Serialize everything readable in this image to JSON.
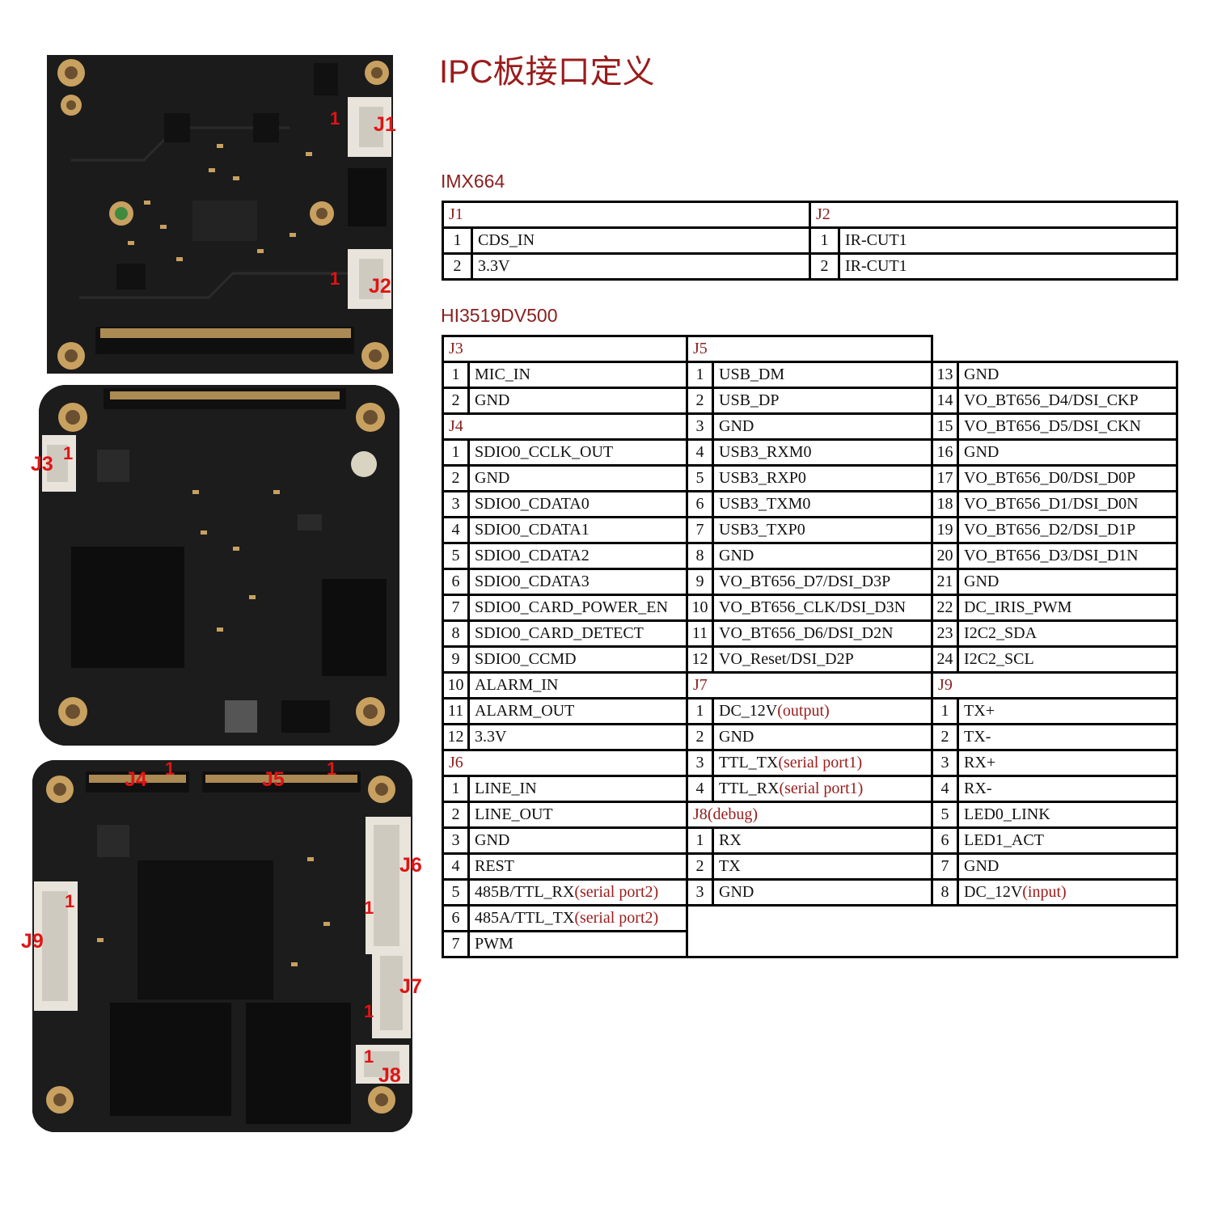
{
  "page_title": "IPC板接口定义",
  "colors": {
    "title": "#9a1c1c",
    "section": "#8a1f1f",
    "marker": "#e01414",
    "pcb": "#1c1c1c",
    "gold_pad": "#c8a060",
    "connector": "#e8e4dc"
  },
  "boards": {
    "top": {
      "markers": [
        "J1",
        "J2",
        "1",
        "1"
      ]
    },
    "middle": {
      "markers": [
        "J3",
        "1"
      ]
    },
    "bottom": {
      "markers": [
        "J4",
        "J5",
        "J6",
        "J7",
        "J8",
        "J9",
        "1",
        "1",
        "1",
        "1",
        "1",
        "1"
      ]
    }
  },
  "imx664": {
    "title": "IMX664",
    "j1": {
      "label": "J1",
      "pins": [
        {
          "n": "1",
          "name": "CDS_IN"
        },
        {
          "n": "2",
          "name": "3.3V"
        }
      ]
    },
    "j2": {
      "label": "J2",
      "pins": [
        {
          "n": "1",
          "name": "IR-CUT1"
        },
        {
          "n": "2",
          "name": "IR-CUT1"
        }
      ]
    }
  },
  "hi3519": {
    "title": "HI3519DV500",
    "j3": {
      "label": "J3",
      "pins": [
        {
          "n": "1",
          "name": "MIC_IN"
        },
        {
          "n": "2",
          "name": "GND"
        }
      ]
    },
    "j4": {
      "label": "J4",
      "pins": [
        {
          "n": "1",
          "name": "SDIO0_CCLK_OUT"
        },
        {
          "n": "2",
          "name": "GND"
        },
        {
          "n": "3",
          "name": "SDIO0_CDATA0"
        },
        {
          "n": "4",
          "name": "SDIO0_CDATA1"
        },
        {
          "n": "5",
          "name": "SDIO0_CDATA2"
        },
        {
          "n": "6",
          "name": "SDIO0_CDATA3"
        },
        {
          "n": "7",
          "name": "SDIO0_CARD_POWER_EN"
        },
        {
          "n": "8",
          "name": "SDIO0_CARD_DETECT"
        },
        {
          "n": "9",
          "name": "SDIO0_CCMD"
        },
        {
          "n": "10",
          "name": "ALARM_IN"
        },
        {
          "n": "11",
          "name": "ALARM_OUT"
        },
        {
          "n": "12",
          "name": "3.3V"
        }
      ]
    },
    "j6": {
      "label": "J6",
      "pins": [
        {
          "n": "1",
          "name": "LINE_IN"
        },
        {
          "n": "2",
          "name": "LINE_OUT"
        },
        {
          "n": "3",
          "name": "GND"
        },
        {
          "n": "4",
          "name": "REST"
        },
        {
          "n": "5",
          "name": "485B/TTL_RX",
          "note": "(serial port2)"
        },
        {
          "n": "6",
          "name": "485A/TTL_TX",
          "note": "(serial port2)"
        },
        {
          "n": "7",
          "name": "PWM"
        }
      ]
    },
    "j5": {
      "label": "J5",
      "pins": [
        {
          "n": "1",
          "name": "USB_DM"
        },
        {
          "n": "2",
          "name": "USB_DP"
        },
        {
          "n": "3",
          "name": "GND"
        },
        {
          "n": "4",
          "name": "USB3_RXM0"
        },
        {
          "n": "5",
          "name": "USB3_RXP0"
        },
        {
          "n": "6",
          "name": "USB3_TXM0"
        },
        {
          "n": "7",
          "name": "USB3_TXP0"
        },
        {
          "n": "8",
          "name": "GND"
        },
        {
          "n": "9",
          "name": "VO_BT656_D7/DSI_D3P"
        },
        {
          "n": "10",
          "name": "VO_BT656_CLK/DSI_D3N"
        },
        {
          "n": "11",
          "name": "VO_BT656_D6/DSI_D2N"
        },
        {
          "n": "12",
          "name": "VO_Reset/DSI_D2P"
        },
        {
          "n": "13",
          "name": "GND"
        },
        {
          "n": "14",
          "name": "VO_BT656_D4/DSI_CKP"
        },
        {
          "n": "15",
          "name": "VO_BT656_D5/DSI_CKN"
        },
        {
          "n": "16",
          "name": "GND"
        },
        {
          "n": "17",
          "name": "VO_BT656_D0/DSI_D0P"
        },
        {
          "n": "18",
          "name": "VO_BT656_D1/DSI_D0N"
        },
        {
          "n": "19",
          "name": "VO_BT656_D2/DSI_D1P"
        },
        {
          "n": "20",
          "name": "VO_BT656_D3/DSI_D1N"
        },
        {
          "n": "21",
          "name": "GND"
        },
        {
          "n": "22",
          "name": "DC_IRIS_PWM"
        },
        {
          "n": "23",
          "name": "I2C2_SDA"
        },
        {
          "n": "24",
          "name": "I2C2_SCL"
        }
      ]
    },
    "j7": {
      "label": "J7",
      "pins": [
        {
          "n": "1",
          "name": "DC_12V",
          "note": "(output)"
        },
        {
          "n": "2",
          "name": "GND"
        },
        {
          "n": "3",
          "name": "TTL_TX",
          "note": "(serial port1)"
        },
        {
          "n": "4",
          "name": "TTL_RX",
          "note": "(serial port1)"
        }
      ]
    },
    "j8": {
      "label": "J8",
      "label_note": "(debug)",
      "pins": [
        {
          "n": "1",
          "name": "RX"
        },
        {
          "n": "2",
          "name": "TX"
        },
        {
          "n": "3",
          "name": "GND"
        }
      ]
    },
    "j9": {
      "label": "J9",
      "pins": [
        {
          "n": "1",
          "name": "TX+"
        },
        {
          "n": "2",
          "name": "TX-"
        },
        {
          "n": "3",
          "name": "RX+"
        },
        {
          "n": "4",
          "name": "RX-"
        },
        {
          "n": "5",
          "name": "LED0_LINK"
        },
        {
          "n": "6",
          "name": "LED1_ACT"
        },
        {
          "n": "7",
          "name": "GND"
        },
        {
          "n": "8",
          "name": "DC_12V",
          "note": "(input)"
        }
      ]
    }
  }
}
